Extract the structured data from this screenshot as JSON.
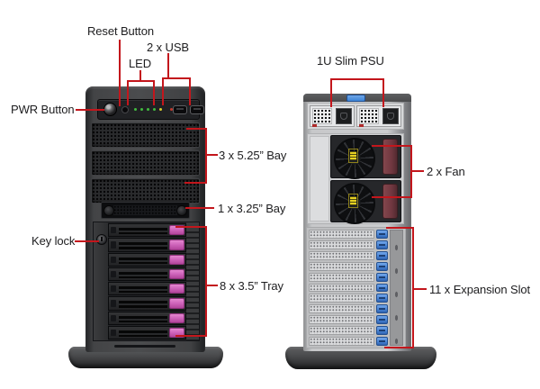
{
  "colors": {
    "callout_red": "#c3161c",
    "label_text": "#1d1d1f",
    "latch_pink": "#d066bc",
    "latch_blue": "#4a86d8",
    "clip_blue": "#3e85d8",
    "fan_handle_maroon": "#703740",
    "fan_label_yellow": "#e5d022",
    "led_green": "#41bc3f",
    "led_yellow": "#d9cf2a",
    "led_red": "#c43a2e"
  },
  "front_view": {
    "labels": {
      "reset_button": "Reset Button",
      "usb": "2 x USB",
      "led": "LED",
      "pwr_button": "PWR Button",
      "bay_525": "3 x 5.25” Bay",
      "bay_325": "1 x 3.25” Bay",
      "key_lock": "Key lock",
      "tray": "8 x 3.5” Tray"
    },
    "counts": {
      "bays_525": 3,
      "trays": 8,
      "usb_ports": 2,
      "status_leds": 5
    },
    "led_colors": [
      "#41bc3f",
      "#41bc3f",
      "#41bc3f",
      "#41bc3f",
      "#d9cf2a"
    ]
  },
  "rear_view": {
    "labels": {
      "psu": "1U Slim PSU",
      "fan": "2 x Fan",
      "expansion_slot": "11 x Expansion Slot"
    },
    "counts": {
      "psu_modules": 2,
      "fans": 2,
      "expansion_slots": 11
    }
  }
}
